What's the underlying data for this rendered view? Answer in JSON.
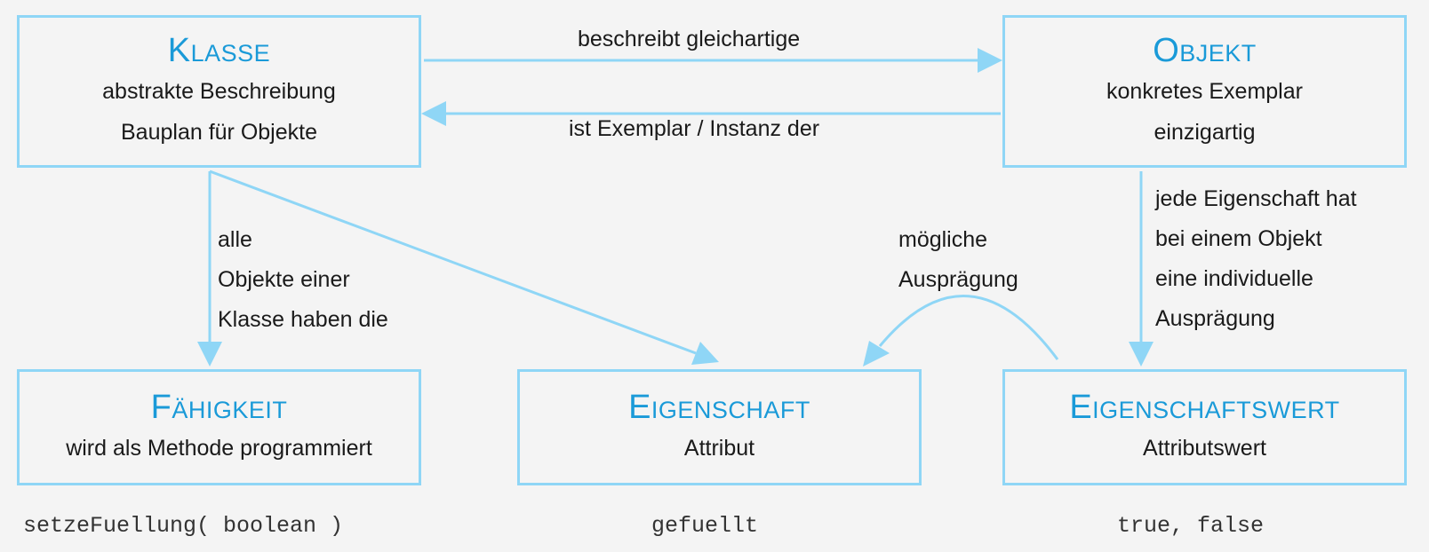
{
  "boxes": {
    "klasse": {
      "title": "Klasse",
      "lines": [
        "abstrakte Beschreibung",
        "Bauplan für Objekte"
      ]
    },
    "objekt": {
      "title": "Objekt",
      "lines": [
        "konkretes Exemplar",
        "einzigartig"
      ]
    },
    "faehigkeit": {
      "title": "Fähigkeit",
      "lines": [
        "wird als Methode programmiert"
      ]
    },
    "eigenschaft": {
      "title": "Eigenschaft",
      "lines": [
        "Attribut"
      ]
    },
    "eigenschaftswert": {
      "title": "Eigenschaftswert",
      "lines": [
        "Attributswert"
      ]
    }
  },
  "edges": {
    "beschreibt": "beschreibt gleichartige",
    "instanz": "ist Exemplar / Instanz der",
    "alle": [
      "alle",
      "Objekte einer",
      "Klasse haben die"
    ],
    "moegliche": [
      "mögliche",
      "Ausprägung"
    ],
    "jede": [
      "jede Eigenschaft hat",
      "bei einem Objekt",
      "eine individuelle",
      "Ausprägung"
    ]
  },
  "code": {
    "methode": "setzeFuellung( boolean )",
    "attribut": "gefuellt",
    "werte": "true, false"
  },
  "colors": {
    "accent": "#1a9ad8",
    "stroke": "#8fd6f6"
  }
}
